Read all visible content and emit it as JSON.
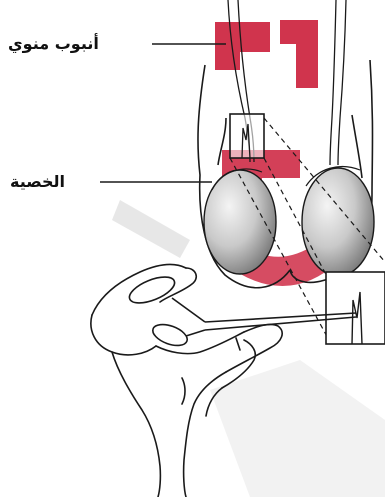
{
  "labels": {
    "vas_deferens": "أنبوب منوي",
    "testis": "الخصية"
  },
  "colors": {
    "line": "#1a1a1a",
    "skin_shade": "#d8d8d8",
    "testis_dark": "#8a8a8a",
    "testis_light": "#f2f2f2",
    "watermark_red": "#c8102e",
    "watermark_gray": "#e9e9e9"
  },
  "icons": {
    "watermark": "publisher-logo-watermark"
  }
}
